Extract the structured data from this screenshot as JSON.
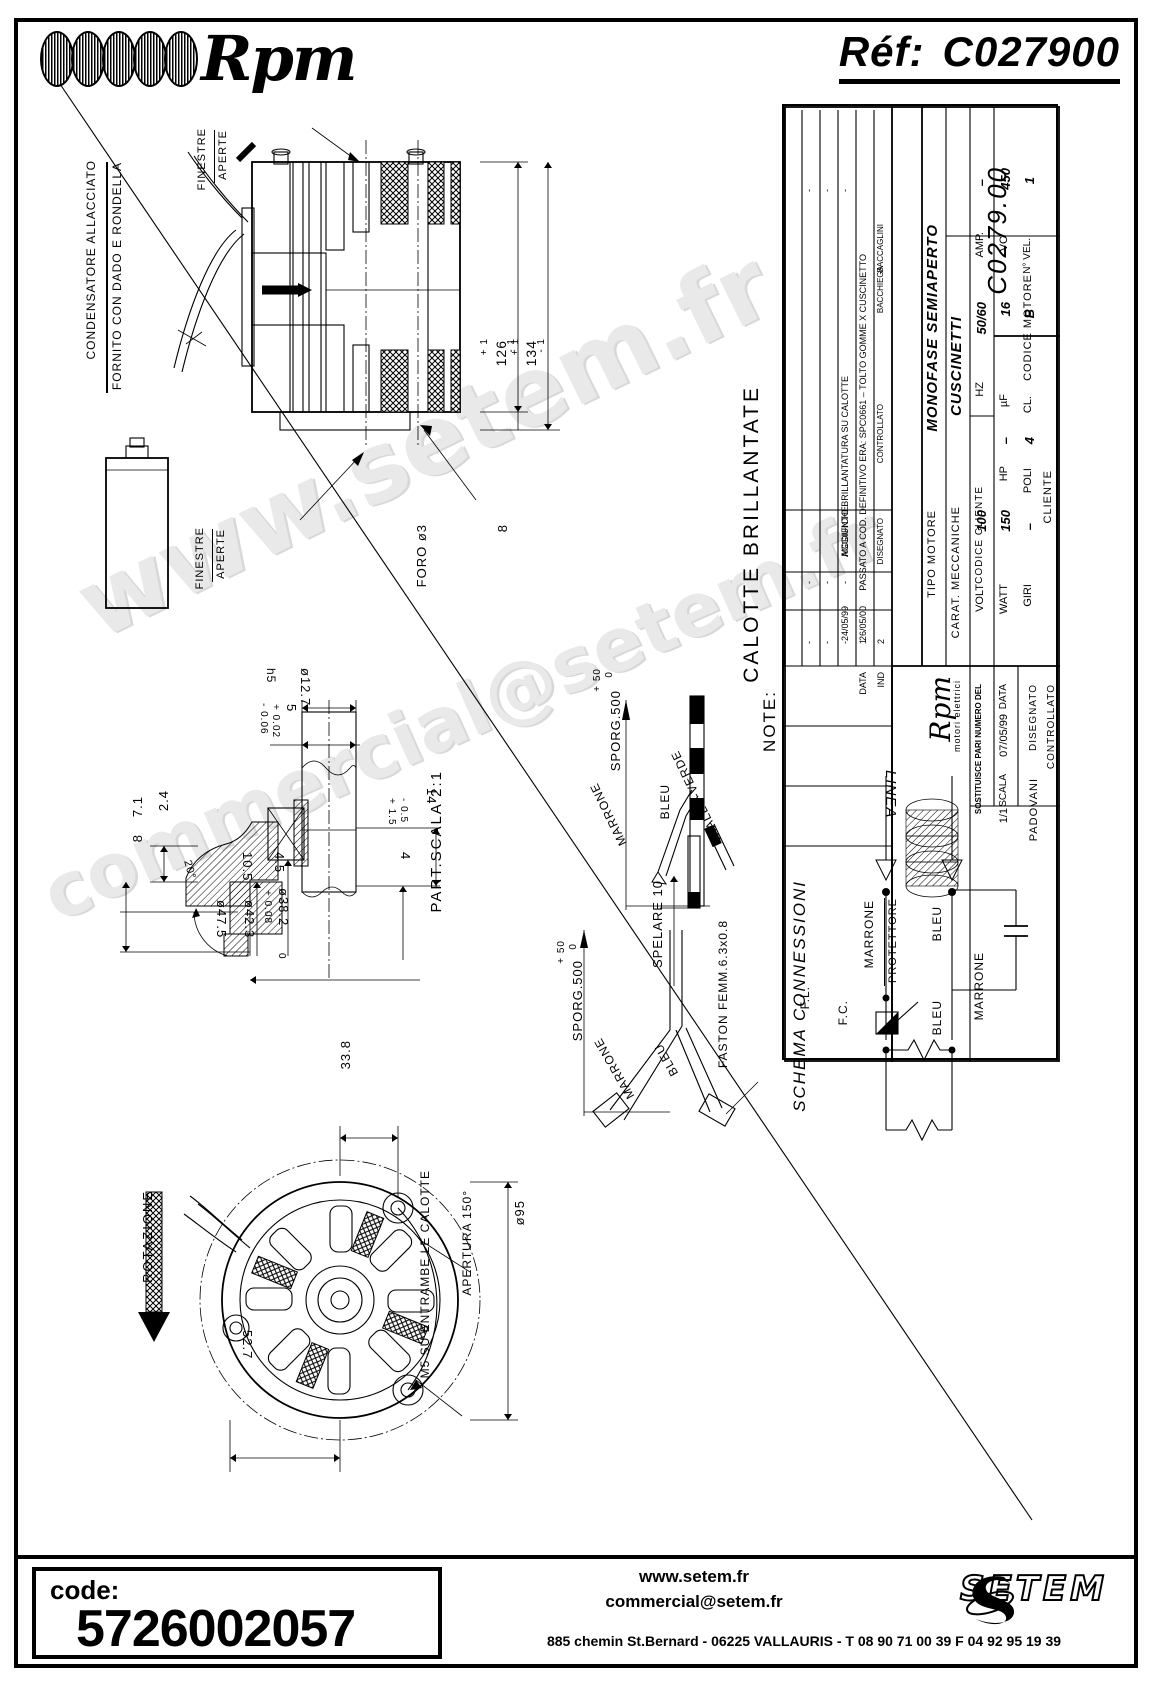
{
  "header": {
    "logo_text": "Rpm",
    "ref_label": "Réf:",
    "ref_value": "C027900"
  },
  "annotations": {
    "condensatore_line1": "CONDENSATORE ALLACCIATO",
    "condensatore_line2": "FORNITO CON DADO E RONDELLA",
    "finestre_aperte_1a": "FINESTRE",
    "finestre_aperte_1b": "APERTE",
    "finestre_aperte_2a": "FINESTRE",
    "finestre_aperte_2b": "APERTE",
    "foro": "FORO ø3",
    "dim_126": "126",
    "dim_126_tol_plus": "+ 1",
    "dim_126_tol_minus": "- 1",
    "dim_134": "134",
    "dim_134_tol_plus": "+ 1",
    "dim_134_tol_minus": "- 1",
    "dim_8": "8",
    "part_scala": "PART.SCALA 2:1",
    "det_12_7": "ø12.7",
    "det_h5": "h5",
    "det_5": "5",
    "det_5_tol_plus": "+ 0.02",
    "det_5_tol_minus": "- 0.06",
    "det_2_4": "2.4",
    "det_8": "8",
    "det_7_1": "7.1",
    "det_20deg": "20°",
    "det_10_5": "10.5",
    "det_4_5": "4.5",
    "det_4": "4",
    "det_4_tol_plus": "+ 1.5",
    "det_4_tol_minus": "- 0.5",
    "det_14": "14",
    "det_38_2": "ø38.2",
    "det_38_2_tol_plus": "+ 0.08",
    "det_38_2_tol_minus": "0",
    "det_42_3": "ø42.3",
    "det_47_5": "ø47.5",
    "rotazione": "ROTAZIONE",
    "dim_33_8": "33.8",
    "dim_52_7": "52.7",
    "dim_95": "ø95",
    "m5_note": "M5 SU ENTRAMBE LE CALOTTE",
    "apertura": "APERTURA 150°",
    "sporg_500_a": "SPORG.500",
    "sporg_500_a_plus": "+ 50",
    "sporg_500_a_minus": "0",
    "sporg_500_b": "SPORG.500",
    "sporg_500_b_plus": "+ 50",
    "sporg_500_b_minus": "0",
    "spelare": "SPELARE 10",
    "wire_marrone_1": "MARRONE",
    "wire_bleu_1": "BLEU",
    "wire_giallo_verde": "GIALLO-VERDE",
    "wire_marrone_2": "MARRONE",
    "wire_bleu_2": "BLEU",
    "faston": "FASTON FEMM.6.3x0.8",
    "note_label": "NOTE:",
    "note_text": "CALOTTE BRILLANTATE"
  },
  "schema": {
    "title": "SCHEMA CONNESSIONI",
    "linea": "LINEA",
    "marrone_in": "MARRONE",
    "protettore": "PROTETTORE",
    "bleu_in": "BLEU",
    "bleu_out": "BLEU",
    "marrone_out": "MARRONE",
    "fl": "F.L.",
    "fc": "F.C."
  },
  "title_block": {
    "revisions_header": {
      "ind": "IND",
      "data": "DATA",
      "modifiche": "MODIFICHE",
      "disegnato": "DISEGNATO",
      "controllato": "CONTROLLATO"
    },
    "revisions": [
      {
        "ind": "2",
        "data": "26/05/00",
        "modifiche": "AGGIUNTO BRILLANTATURA SU CALOTTE",
        "disegnato": "BACCAGLINI",
        "controllato": ""
      },
      {
        "ind": "1",
        "data": "24/05/99",
        "modifiche": "PASSATO A COD. DEFINITIVO ERA: SPC0661 – TOLTO GOMME X CUSCINETTO",
        "disegnato": "BACCHIEGA",
        "controllato": ""
      },
      {
        "ind": "-",
        "data": "-",
        "modifiche": "",
        "disegnato": "-",
        "controllato": ""
      },
      {
        "ind": "-",
        "data": "-",
        "modifiche": "",
        "disegnato": "-",
        "controllato": ""
      },
      {
        "ind": "-",
        "data": "-",
        "modifiche": "",
        "disegnato": "-",
        "controllato": ""
      }
    ],
    "tipo_motore_label": "TIPO MOTORE",
    "tipo_motore_value": "MONOFASE SEMIAPERTO",
    "carat_label": "CARAT. MECCANICHE",
    "carat_value": "CUSCINETTI",
    "electrical": [
      {
        "l1": "VOLT",
        "v1": "100",
        "l2": "HZ",
        "v2": "50/60",
        "l3": "AMP.",
        "v3": "–"
      },
      {
        "l1": "WATT",
        "v1": "150",
        "l2": "µF",
        "v2": "16",
        "l3": "VC",
        "v3": "450"
      },
      {
        "l1": "GIRI",
        "v1": "–",
        "l2": "CL.",
        "v2": "B",
        "l3": "N° VEL.",
        "v3": "1"
      }
    ],
    "hp_label": "HP",
    "hp_value": "–",
    "poli_label": "POLI",
    "poli_value": "4",
    "cliente_label": "CLIENTE",
    "codice_motore_label": "CODICE MOTORE",
    "codice_motore_value": "C0279.00",
    "codice_cliente_label": "CODICE CLIENTE",
    "codice_cliente_value": "",
    "brand_name": "Rpm",
    "brand_sub": "motori elettrici",
    "sostituisce_label": "SOSTITUISCE PARI NUMERO DEL",
    "sostituisce_value": "–",
    "data_label": "DATA",
    "data_value": "07/05/99",
    "scala_label": "SCALA",
    "scala_value": "1/1",
    "disegnato_label": "DISEGNATO",
    "disegnato_value": "PADOVANI",
    "controllato_label": "CONTROLLATO",
    "controllato_value": ""
  },
  "footer": {
    "code_label": "code:",
    "code_value": "5726002057",
    "website": "www.setem.fr",
    "email": "commercial@setem.fr",
    "address": "885 chemin St.Bernard  -   06225 VALLAURIS  -   T 08 90 71 00 39   F 04 92 95 19 39",
    "brand": "SETEM"
  },
  "watermarks": {
    "line1": "www.setem.fr",
    "line2": "commercial@setem.fr"
  },
  "colors": {
    "ink": "#000000",
    "paper": "#ffffff",
    "watermark": "#e9e9e9"
  }
}
